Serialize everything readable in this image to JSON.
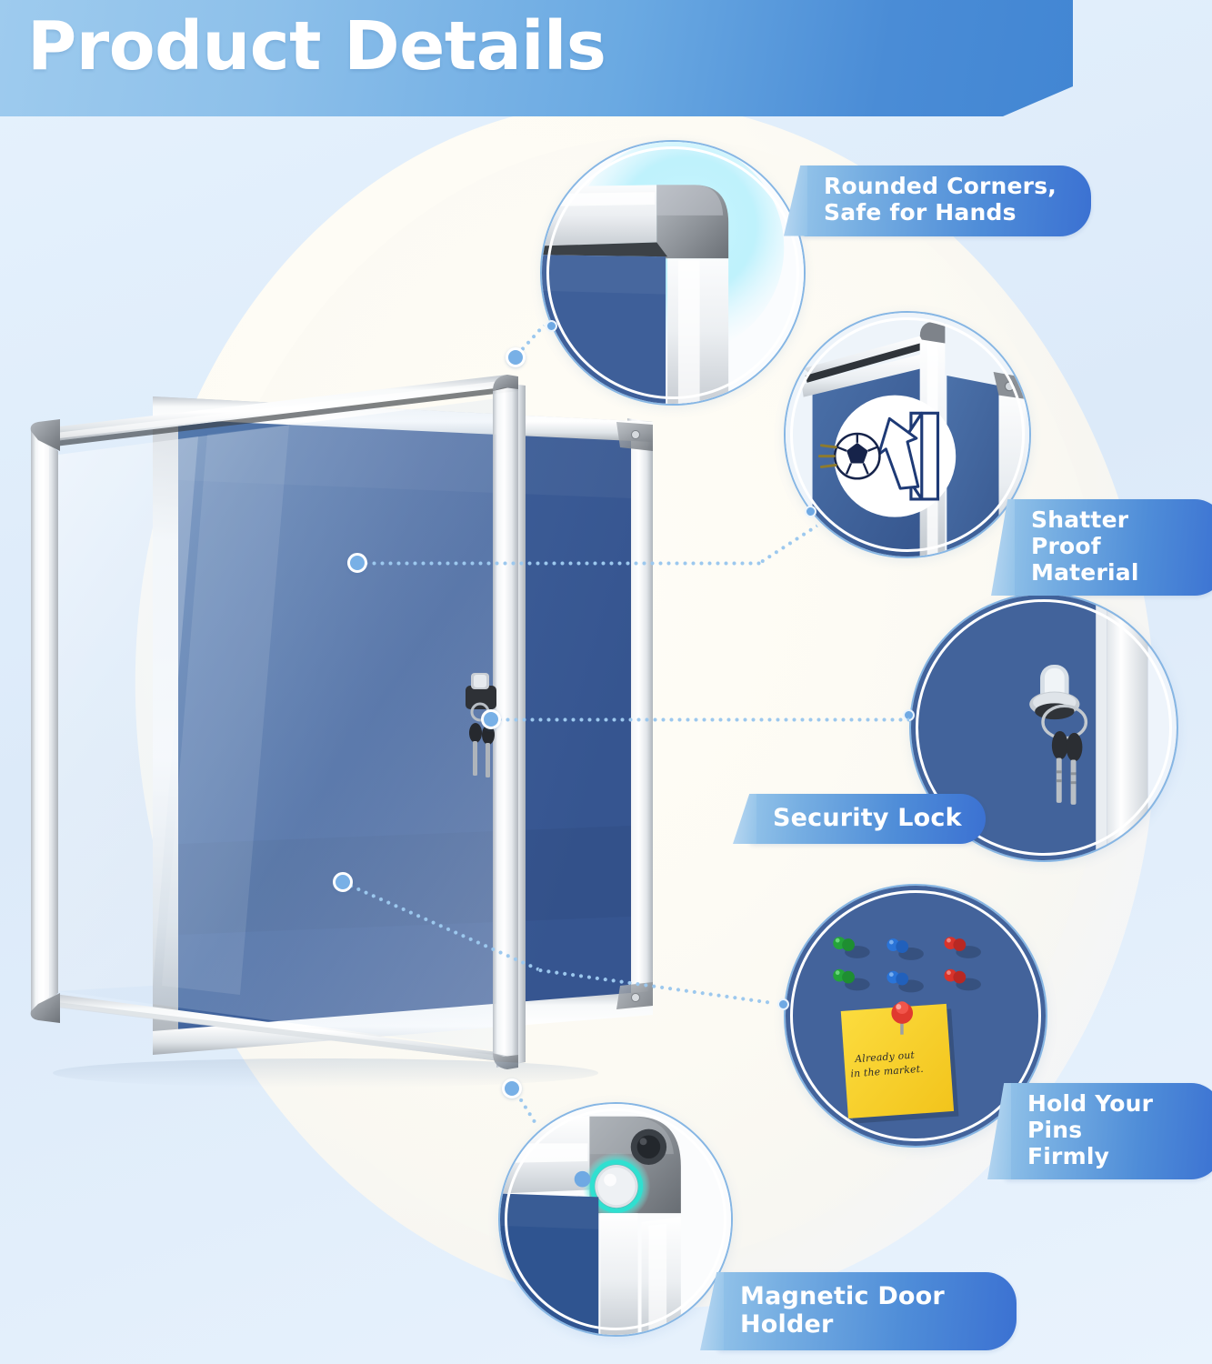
{
  "page": {
    "title": "Product Details",
    "background_color": "#e3f0fc",
    "oval_color": "#fdfbf4",
    "accent_blue": "#3b71d2",
    "accent_light_blue": "#93c3e9",
    "connector_color": "#9cc8ee",
    "glow_color": "#7fe8fb"
  },
  "header": {
    "title": "Product Details",
    "banner_gradient_from": "#9ecbee",
    "banner_gradient_to": "#4286d3",
    "text_color": "#ffffff"
  },
  "features": [
    {
      "id": "rounded-corners",
      "label": "Rounded Corners,\nSafe for Hands",
      "icon": "rounded-corner-photo",
      "description_visual": "close-up of aluminium frame rounded corner with cyan glow"
    },
    {
      "id": "shatter-proof",
      "label": "Shatter\nProof Material",
      "icon": "soccer-ball-bouncing-off-glass-icon",
      "description_visual": "icon of football rebounding from a glass pane"
    },
    {
      "id": "security-lock",
      "label": "Security Lock",
      "icon": "lock-with-keys-photo",
      "description_visual": "cylinder lock with two black keys on blue felt"
    },
    {
      "id": "hold-pins",
      "label": "Hold Your Pins\nFirmly",
      "icon": "push-pins-and-sticky-note-photo",
      "description_visual": "six push pins and a yellow sticky note on blue felt"
    },
    {
      "id": "magnetic-door-holder",
      "label": "Magnetic Door Holder",
      "icon": "magnet-button-photo",
      "description_visual": "round magnet catch on frame corner with cyan glow"
    }
  ],
  "sticky_note": {
    "line1": "Already out",
    "line2": "in the market.",
    "paper_color": "#f7cf2c",
    "pin_color": "#e03a2f"
  },
  "pins": [
    {
      "color": "#24a43a",
      "row": 1
    },
    {
      "color": "#2a74d8",
      "row": 1
    },
    {
      "color": "#d8332b",
      "row": 1
    },
    {
      "color": "#24a43a",
      "row": 2
    },
    {
      "color": "#2a74d8",
      "row": 2
    },
    {
      "color": "#d8332b",
      "row": 2
    }
  ],
  "product": {
    "name": "lockable notice board",
    "frame_color": "#e9ecef",
    "felt_color": "#3c5f96",
    "corner_color": "#8d9197",
    "glass_tint": "#c9d9ec"
  }
}
